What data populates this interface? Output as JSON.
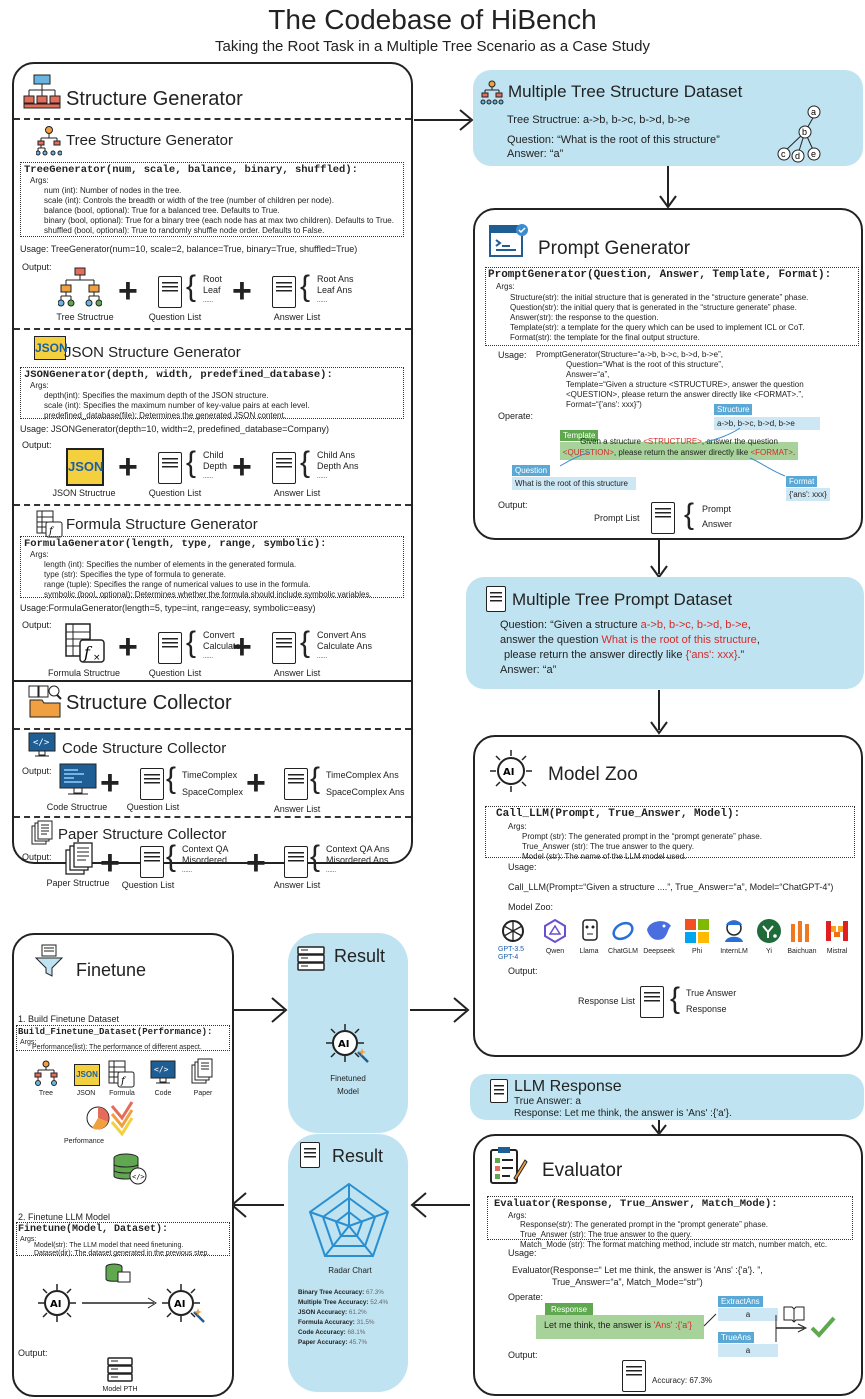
{
  "title": "The Codebase of HiBench",
  "subtitle": "Taking the Root Task in a Multiple Tree Scenario as a Case Study",
  "structure_generator": {
    "title": "Structure Generator",
    "tree": {
      "title": "Tree Structure Generator",
      "signature": "TreeGenerator(num, scale, balance, binary, shuffled):",
      "args_label": "Args:",
      "args": [
        "num (int): Number of nodes in the tree.",
        "scale (int): Controls the breadth or width of the tree (number of children per node).",
        "balance (bool, optional): True for a balanced tree. Defaults to True.",
        "binary (bool, optional): True for a binary tree (each node has at max two children). Defaults to True.",
        "shuffled (bool, optional): True to randomly shuffle node order. Defaults to False."
      ],
      "usage": "Usage: TreeGenerator(num=10, scale=2, balance=True, binary=True, shuffled=True)",
      "output_label": "Output:",
      "struct_label": "Tree Structrue",
      "q_label": "Question List",
      "a_label": "Answer List",
      "q_items": [
        "Root",
        "Leaf",
        "......"
      ],
      "a_items": [
        "Root Ans",
        "Leaf Ans",
        "......"
      ]
    },
    "json": {
      "title": "JSON Structure Generator",
      "icon_text": "JSON",
      "signature": "JSONGenerator(depth, width, predefined_database):",
      "args_label": "Args:",
      "args": [
        "depth(int): Specifies the maximum depth of the JSON structure.",
        "scale (int): Specifies the maximum number of key-value pairs at each level.",
        "predefined_database(file): Determines the generated JSON content."
      ],
      "usage": "Usage:  JSONGenerator(depth=10, width=2, predefined_database=Company)",
      "output_label": "Output:",
      "struct_label": "JSON Structrue",
      "q_label": "Question List",
      "a_label": "Answer List",
      "q_items": [
        "Child",
        "Depth",
        "......"
      ],
      "a_items": [
        "Child Ans",
        "Depth Ans",
        "......"
      ]
    },
    "formula": {
      "title": "Formula Structure Generator",
      "signature": "FormulaGenerator(length, type, range, symbolic):",
      "args_label": "Args:",
      "args": [
        "length (int): Specifies the number of elements in the generated formula.",
        "type (str): Specifies the type of formula to generate.",
        "range (tuple): Specifies the range of numerical values to use in the formula.",
        "symbolic (bool, optional): Determines whether the formula should include symbolic variables."
      ],
      "usage": "Usage:FormulaGenerator(length=5, type=int, range=easy, symbolic=easy)",
      "output_label": "Output:",
      "struct_label": "Formula Structrue",
      "q_label": "Question List",
      "a_label": "Answer List",
      "q_items": [
        "Convert",
        "Calculate",
        "......"
      ],
      "a_items": [
        "Convert Ans",
        "Calculate Ans",
        "......"
      ]
    }
  },
  "structure_collector": {
    "title": "Structure Collector",
    "code": {
      "title": "Code Structure Collector",
      "output_label": "Output:",
      "struct_label": "Code Structrue",
      "q_label": "Question List",
      "a_label": "Answer List",
      "q_items": [
        "TimeComplex",
        "SpaceComplex"
      ],
      "a_items": [
        "TimeComplex Ans",
        "SpaceComplex Ans"
      ]
    },
    "paper": {
      "title": "Paper Structure Collector",
      "output_label": "Output:",
      "struct_label": "Paper Structrue",
      "q_label": "Question List",
      "a_label": "Answer List",
      "q_items": [
        "Context QA",
        "Misordered",
        "......"
      ],
      "a_items": [
        "Context QA Ans",
        "Misordered Ans",
        "......"
      ]
    }
  },
  "dataset": {
    "title": "Multiple Tree Structure Dataset",
    "structure": "Tree Structrue:  a->b, b->c, b->d, b->e",
    "question": "Question: “What is the root of this structure”",
    "answer": "Answer: “a”",
    "nodes": [
      "a",
      "b",
      "c",
      "d",
      "e"
    ]
  },
  "prompt_generator": {
    "title": "Prompt Generator",
    "signature": "PromptGenerator(Question, Answer, Template, Format):",
    "args_label": "Args:",
    "args": [
      "Structure(str):  the initial structure that is generated in the “structure generate” phase.",
      "Question(str): the initial query that is generated in the “structure generate” phase.",
      "Answer(str):   the response to the question.",
      "Template(str):  a template for the query which can be used to implement ICL or CoT.",
      "Format(str):  the template for the final output structure."
    ],
    "usage_label": "Usage:",
    "usage_lines": [
      "PromptGenerator(Structure=“a->b, b->c, b->d, b->e”,",
      "Question=“What is the root of this structure”,",
      "Answer=“a”,",
      "Template=“Given a structure <STRUCTURE>, answer the question",
      "<QUESTION>, please return the answer directly like <FORMAT>.”,",
      "Format=“{'ans': xxx}”)"
    ],
    "operate_label": "Operate:",
    "structure_tag": "Structure",
    "structure_val": "a->b, b->c, b->d, b->e",
    "template_tag": "Template",
    "template_a": "Given a structure ",
    "template_b": "<STRUCTURE>",
    "template_c": ", answer the question",
    "template_d": "<QUESTION>",
    "template_e": ", please return the answer directly like ",
    "template_f": "<FORMAT>",
    "template_g": ".",
    "question_tag": "Question",
    "question_val": "What is the root of this structure",
    "format_tag": "Format",
    "format_val": "{'ans': xxx}",
    "output_label": "Output:",
    "list_label": "Prompt List",
    "items": [
      "Prompt",
      "Answer"
    ]
  },
  "prompt_dataset": {
    "title": "Multiple Tree Prompt Dataset",
    "l1a": "Question: “Given a structure ",
    "l1b": "a->b, b->c, b->d, b->e",
    ",": "",
    "l1c": ",",
    "l2a": "answer the question ",
    "l2b": "What is the root of this structure",
    "l2c": ",",
    "l3a": "please return the answer directly like ",
    "l3b": "{'ans': xxx}",
    "l3c": ".”",
    "answer": "Answer: “a”"
  },
  "model_zoo": {
    "title": "Model Zoo",
    "signature": "Call_LLM(Prompt, True_Answer, Model):",
    "args_label": "Args:",
    "args": [
      "Prompt (str): The generated prompt in the “prompt generate” phase.",
      "True_Answer (str): The true answer to the query.",
      "Model (str): The name of the LLM model used."
    ],
    "usage_label": "Usage:",
    "usage": "Call_LLM(Prompt=“Given a structure ....”, True_Answer=“a”, Model=“ChatGPT-4”)",
    "zoo_label": "Model Zoo:",
    "models": [
      "GPT-3.5\nGPT-4",
      "Qwen",
      "Llama",
      "ChatGLM",
      "Deepseek",
      "Phi",
      "InternLM",
      "Yi",
      "Baichuan",
      "Mistral"
    ],
    "output_label": "Output:",
    "list_label": "Response List",
    "items": [
      "True Answer",
      "Response"
    ]
  },
  "llm_response": {
    "title": "LLM Response",
    "true_answer": "True Answer: a",
    "response": "Response:  Let me think, the answer is 'Ans' :{'a'}."
  },
  "evaluator": {
    "title": "Evaluator",
    "signature": "Evaluator(Response, True_Answer, Match_Mode):",
    "args_label": "Args:",
    "args": [
      "Response(str): The generated prompt in the “prompt generate” phase.",
      "True_Answer (str): The true answer to the query.",
      "Match_Mode (str): The format matching method, include str match, number match, etc."
    ],
    "usage_label": "Usage:",
    "usage_lines": [
      "Evaluator(Response=“ Let me think, the answer is 'Ans' :{'a'}. ”,",
      "True_Answer=“a”, Match_Mode=“str”)"
    ],
    "operate_label": "Operate:",
    "response_tag": "Response",
    "response_a": "Let me think, the answer is ",
    "response_b": "'Ans' :{'a'}",
    "extract_tag": "ExtractAns",
    "extract_val": "a",
    "true_tag": "TrueAns",
    "true_val": "a",
    "output_label": "Output:",
    "accuracy": "Accuracy:  67.3%"
  },
  "finetune": {
    "title": "Finetune",
    "step1": "1. Build Finetune Dataset",
    "signature1": "Build_Finetune_Dataset(Performance):",
    "args_label": "Args:",
    "args1": [
      "Performance(list): The performance of different aspect."
    ],
    "icons": [
      "Tree",
      "JSON",
      "Formula",
      "Code",
      "Paper"
    ],
    "perf_label": "Performance",
    "step2": "2. Finetune LLM Model",
    "signature2": "Finetune(Model, Dataset):",
    "args2": [
      "Model(str): The LLM model that need finetuning.",
      "Dataset(dir): The dataset generated in the previous step."
    ],
    "output_label": "Output:",
    "model_label": "Model PTH"
  },
  "result1": {
    "title": "Result",
    "label": "Finetuned\nModel"
  },
  "result2": {
    "title": "Result",
    "chart_label": "Radar Chart",
    "rows": [
      [
        "Binary Tree Accuracy:",
        "67.3%"
      ],
      [
        "Multiple Tree Accuracy:",
        "52.4%"
      ],
      [
        "JSON Accuracy:",
        "61.2%"
      ],
      [
        "Formula Accuracy:",
        "31.5%"
      ],
      [
        "Code Accuracy:",
        "68.1%"
      ],
      [
        "Paper Accuracy:",
        "45.7%"
      ]
    ]
  }
}
